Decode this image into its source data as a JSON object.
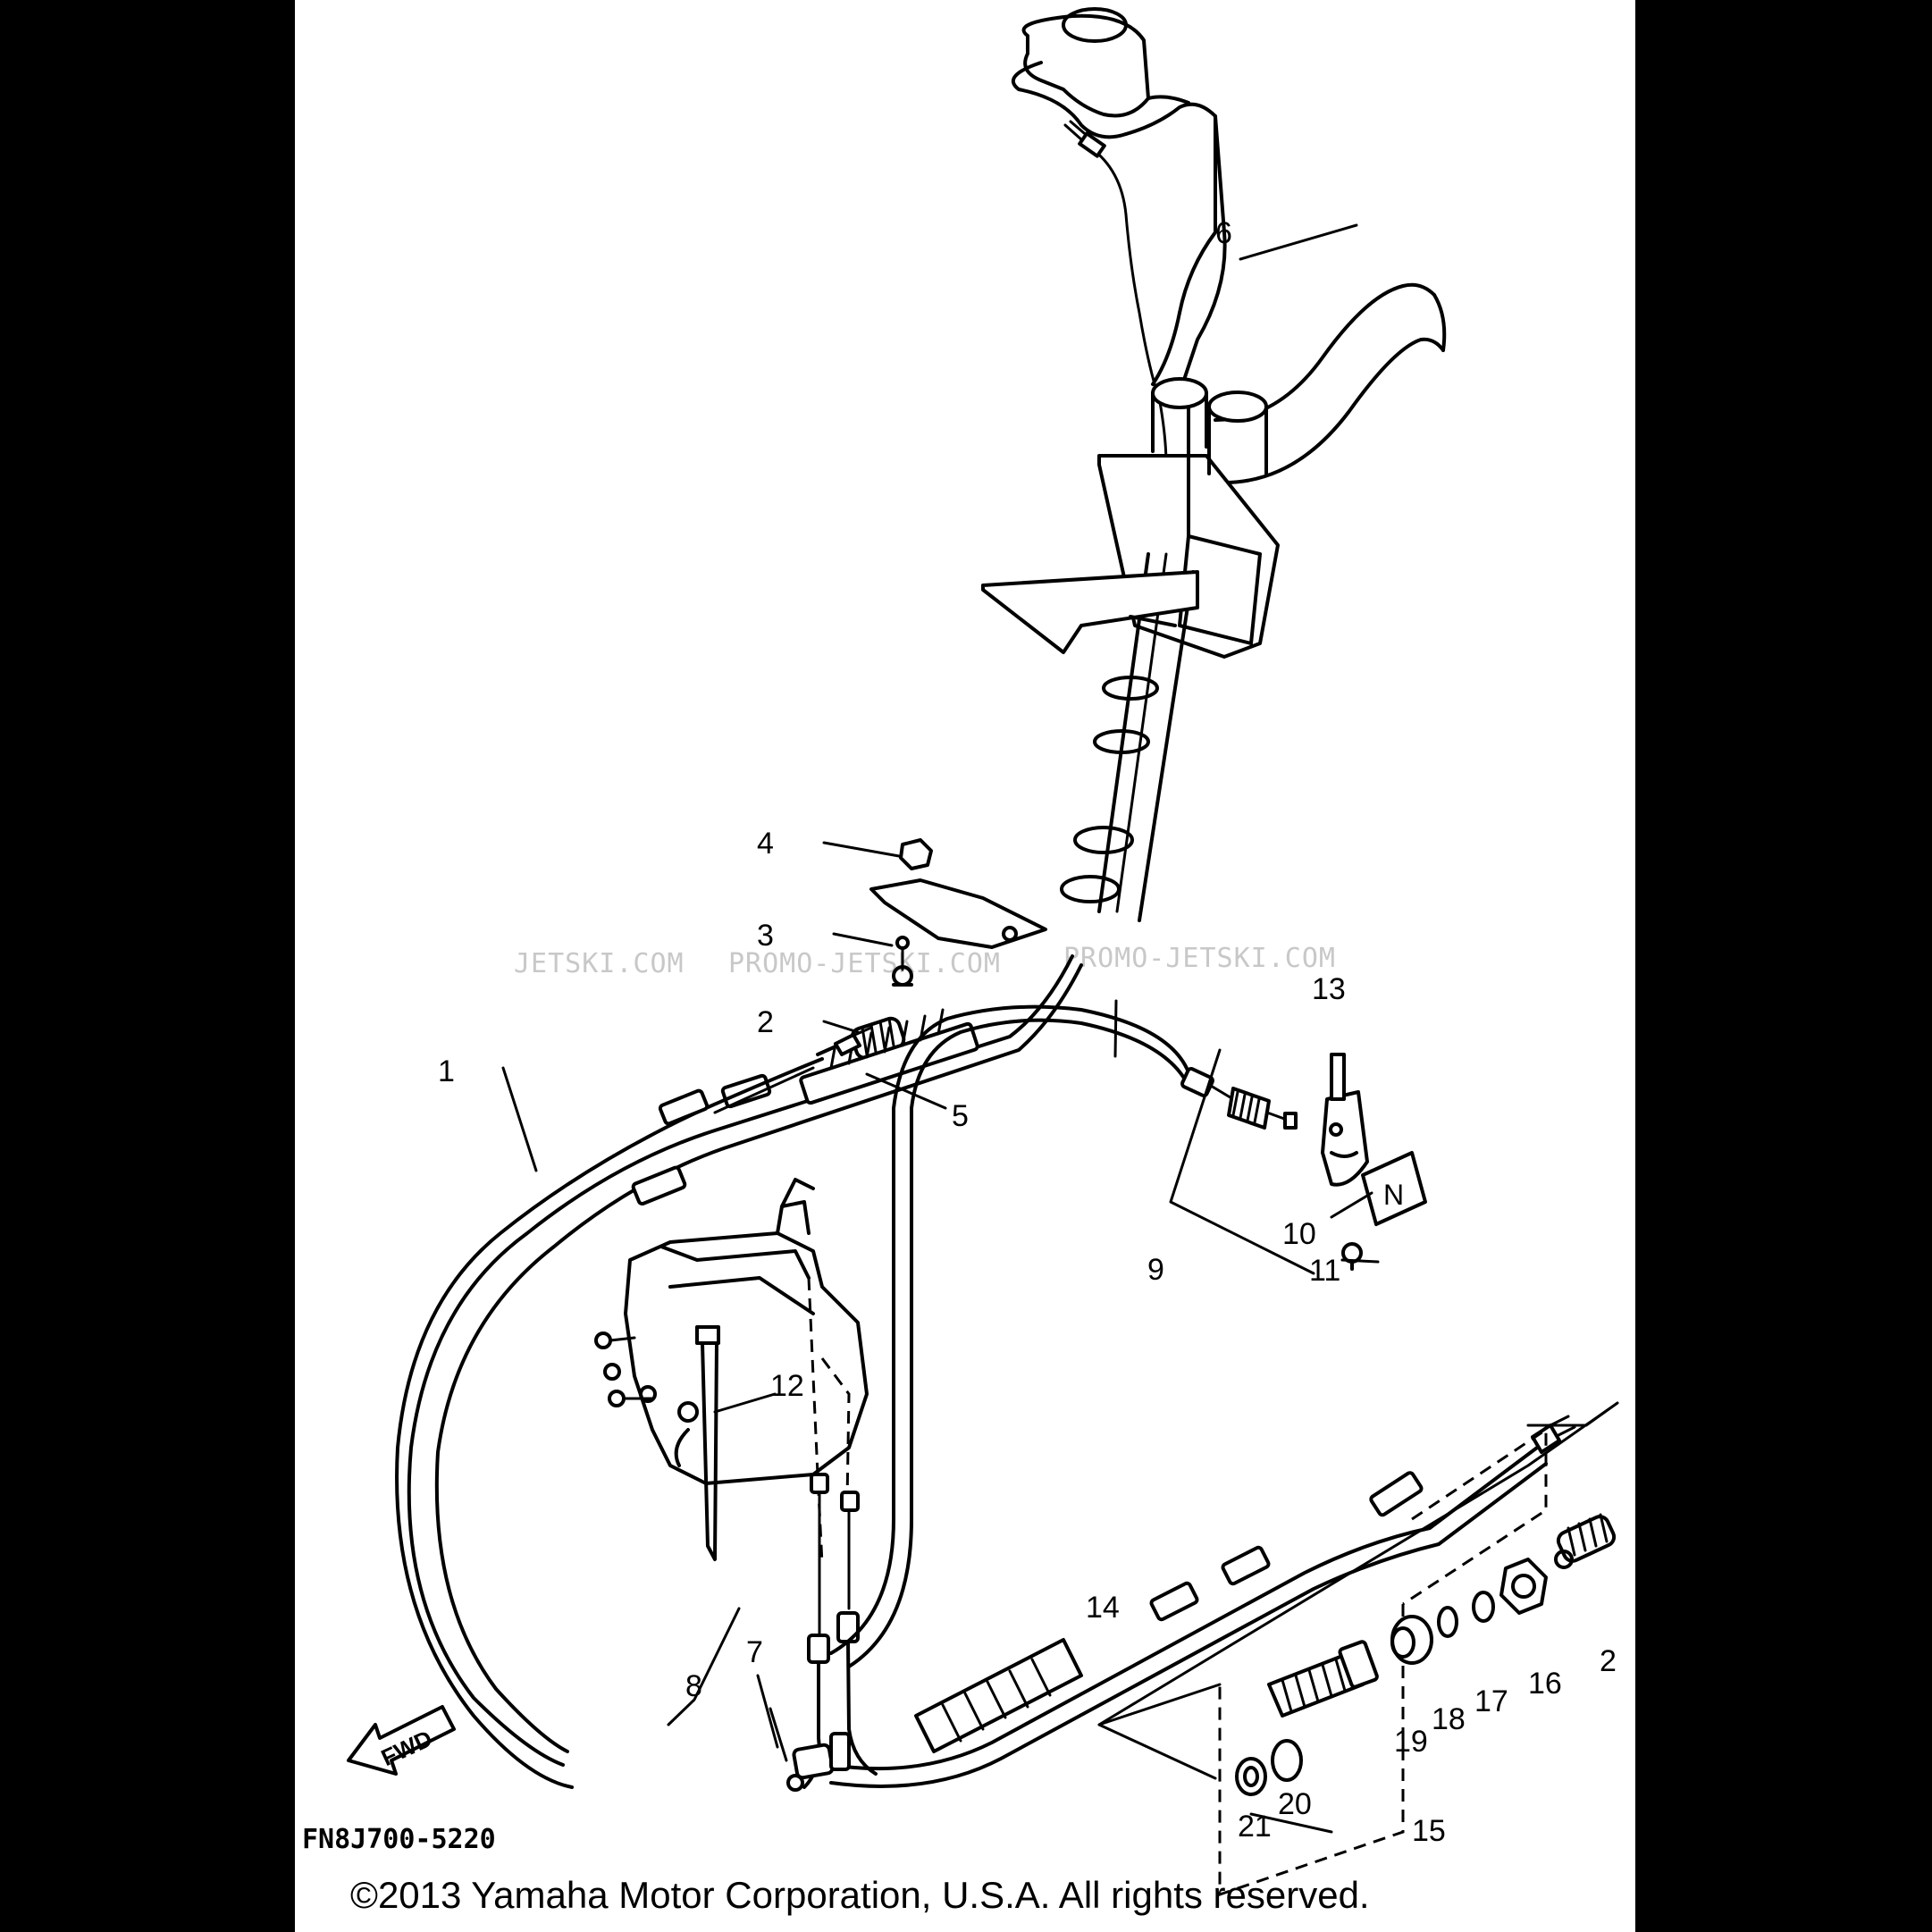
{
  "diagram": {
    "drawing_code": "FN8J700-5220",
    "direction_label": "FWD",
    "copyright": "©2013 Yamaha Motor Corporation, U.S.A. All rights reserved.",
    "watermarks": [
      "JETSKI.COM",
      "PROMO-JETSKI.COM",
      "PROMO-JETSKI.COM"
    ],
    "switch_letter": "N",
    "callouts": [
      {
        "id": "c1",
        "label": "1"
      },
      {
        "id": "c2a",
        "label": "2"
      },
      {
        "id": "c2b",
        "label": "2"
      },
      {
        "id": "c3",
        "label": "3"
      },
      {
        "id": "c4",
        "label": "4"
      },
      {
        "id": "c5",
        "label": "5"
      },
      {
        "id": "c6",
        "label": "6"
      },
      {
        "id": "c7",
        "label": "7"
      },
      {
        "id": "c8",
        "label": "8"
      },
      {
        "id": "c9",
        "label": "9"
      },
      {
        "id": "c10",
        "label": "10"
      },
      {
        "id": "c11",
        "label": "11"
      },
      {
        "id": "c12",
        "label": "12"
      },
      {
        "id": "c13",
        "label": "13"
      },
      {
        "id": "c14",
        "label": "14"
      },
      {
        "id": "c15",
        "label": "15"
      },
      {
        "id": "c16",
        "label": "16"
      },
      {
        "id": "c17",
        "label": "17"
      },
      {
        "id": "c18",
        "label": "18"
      },
      {
        "id": "c19",
        "label": "19"
      },
      {
        "id": "c20",
        "label": "20"
      },
      {
        "id": "c21",
        "label": "21"
      }
    ]
  }
}
